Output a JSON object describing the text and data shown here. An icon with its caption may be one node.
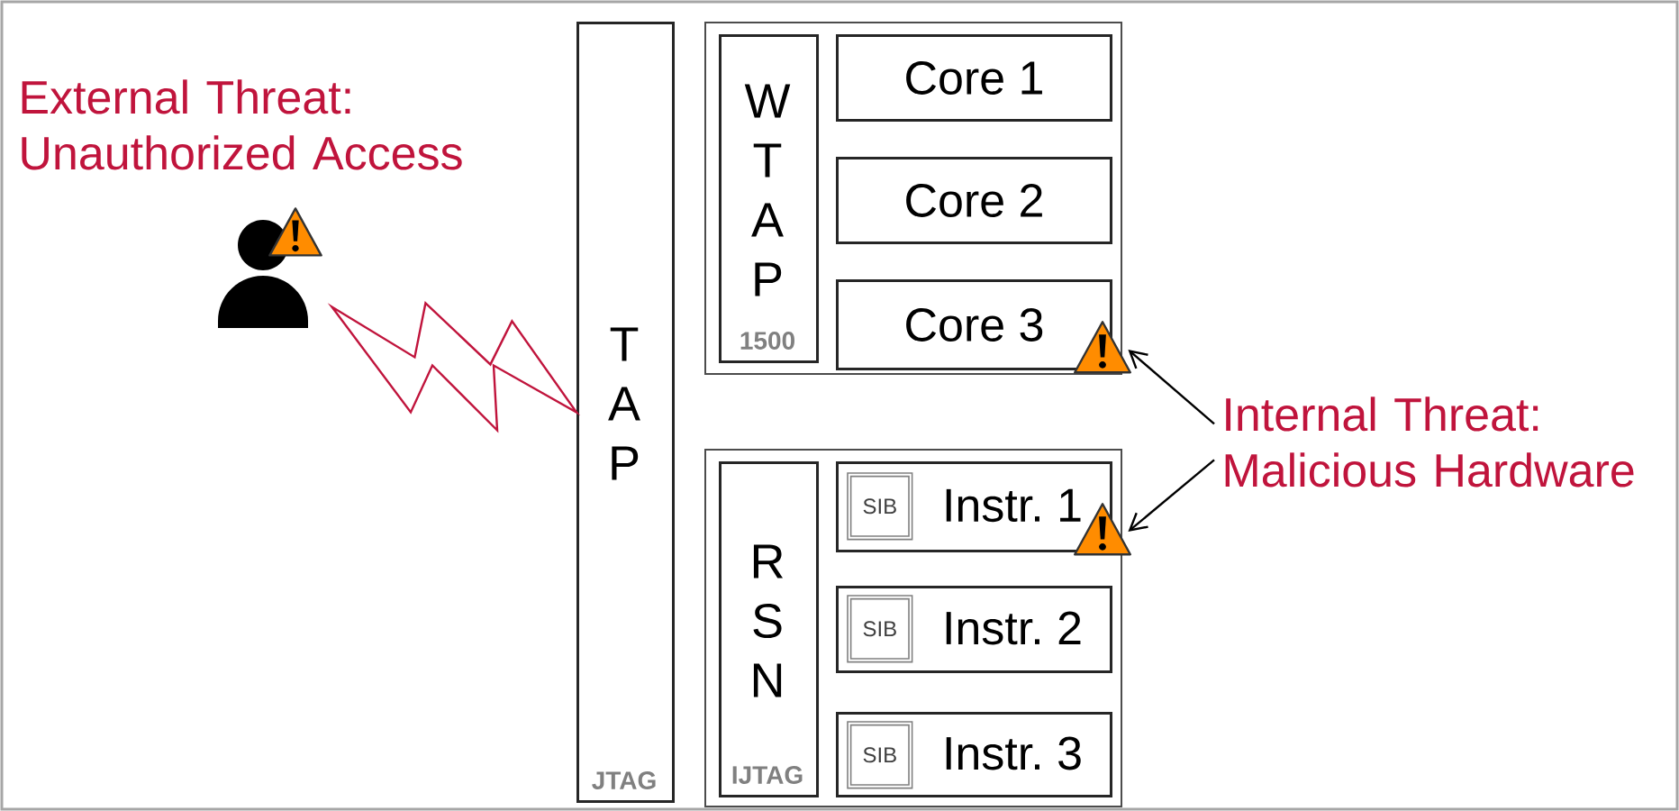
{
  "diagram": {
    "nodes": [
      {
        "text": [
          "External Threat: Unauthorized Access"
        ]
      },
      {
        "text": [],
        "shape": "person"
      },
      {
        "text": [
          "T A P",
          "JTAG"
        ]
      },
      {
        "text": [],
        "shape": "box"
      },
      {
        "text": [
          "W T A P",
          "1500"
        ],
        "in": 3
      },
      {
        "text": [
          "Core 1"
        ],
        "in": 3
      },
      {
        "text": [
          "Core 2"
        ],
        "in": 3
      },
      {
        "text": [
          "Core 3"
        ],
        "in": 3
      },
      {
        "text": [],
        "shape": "box"
      },
      {
        "text": [
          "R S N",
          "IJTAG"
        ],
        "in": 8
      },
      {
        "text": [
          "Instr. 1"
        ],
        "in": 8
      },
      {
        "text": [
          "SIB"
        ],
        "in": 10
      },
      {
        "text": [
          "Instr. 2"
        ],
        "in": 8
      },
      {
        "text": [
          "SIB"
        ],
        "in": 12
      },
      {
        "text": [
          "Instr. 3"
        ],
        "in": 8
      },
      {
        "text": [
          "SIB"
        ],
        "in": 14
      },
      {
        "text": [
          "Internal Threat: Malicious Hardware"
        ]
      },
      {
        "text": [],
        "shape": "triangle"
      },
      {
        "text": [],
        "shape": "triangle"
      }
    ],
    "edges": [
      {
        "from": 1,
        "to": 2,
        "arrow": "none",
        "color": "#c0143c"
      },
      {
        "from": 16,
        "to": 17,
        "arrow": "to"
      },
      {
        "from": 16,
        "to": 18,
        "arrow": "to"
      }
    ]
  }
}
